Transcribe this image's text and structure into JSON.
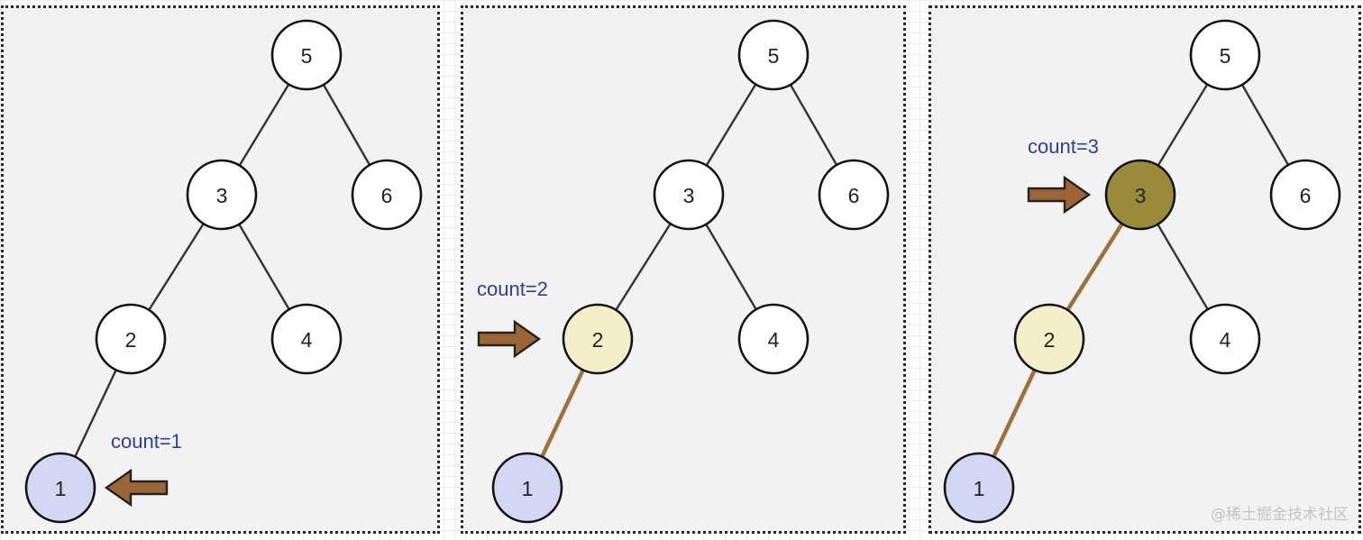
{
  "panels": [
    {
      "count_label": "count=1",
      "nodes": [
        {
          "id": "n5",
          "label": "5",
          "color": "#ffffff"
        },
        {
          "id": "n3",
          "label": "3",
          "color": "#ffffff"
        },
        {
          "id": "n6",
          "label": "6",
          "color": "#ffffff"
        },
        {
          "id": "n2",
          "label": "2",
          "color": "#ffffff"
        },
        {
          "id": "n4",
          "label": "4",
          "color": "#ffffff"
        },
        {
          "id": "n1",
          "label": "1",
          "color": "#d4d7f3"
        }
      ],
      "edges": [
        {
          "from": "n5",
          "to": "n3",
          "visited": false
        },
        {
          "from": "n5",
          "to": "n6",
          "visited": false
        },
        {
          "from": "n3",
          "to": "n2",
          "visited": false
        },
        {
          "from": "n3",
          "to": "n4",
          "visited": false
        },
        {
          "from": "n2",
          "to": "n1",
          "visited": false
        }
      ]
    },
    {
      "count_label": "count=2",
      "nodes": [
        {
          "id": "n5",
          "label": "5",
          "color": "#ffffff"
        },
        {
          "id": "n3",
          "label": "3",
          "color": "#ffffff"
        },
        {
          "id": "n6",
          "label": "6",
          "color": "#ffffff"
        },
        {
          "id": "n2",
          "label": "2",
          "color": "#f5efc9"
        },
        {
          "id": "n4",
          "label": "4",
          "color": "#ffffff"
        },
        {
          "id": "n1",
          "label": "1",
          "color": "#d4d7f3"
        }
      ],
      "edges": [
        {
          "from": "n5",
          "to": "n3",
          "visited": false
        },
        {
          "from": "n5",
          "to": "n6",
          "visited": false
        },
        {
          "from": "n3",
          "to": "n2",
          "visited": false
        },
        {
          "from": "n3",
          "to": "n4",
          "visited": false
        },
        {
          "from": "n2",
          "to": "n1",
          "visited": true
        }
      ]
    },
    {
      "count_label": "count=3",
      "nodes": [
        {
          "id": "n5",
          "label": "5",
          "color": "#ffffff"
        },
        {
          "id": "n3",
          "label": "3",
          "color": "#9a8b3b"
        },
        {
          "id": "n6",
          "label": "6",
          "color": "#ffffff"
        },
        {
          "id": "n2",
          "label": "2",
          "color": "#f5efc9"
        },
        {
          "id": "n4",
          "label": "4",
          "color": "#ffffff"
        },
        {
          "id": "n1",
          "label": "1",
          "color": "#d4d7f3"
        }
      ],
      "edges": [
        {
          "from": "n5",
          "to": "n3",
          "visited": false
        },
        {
          "from": "n5",
          "to": "n6",
          "visited": false
        },
        {
          "from": "n3",
          "to": "n2",
          "visited": true
        },
        {
          "from": "n3",
          "to": "n4",
          "visited": false
        },
        {
          "from": "n2",
          "to": "n1",
          "visited": true
        }
      ]
    }
  ],
  "colors": {
    "visited_edge": "#a0703c",
    "arrow": "#9b6538",
    "count_text": "#2f3f97"
  },
  "watermark": "@稀土掘金技术社区"
}
